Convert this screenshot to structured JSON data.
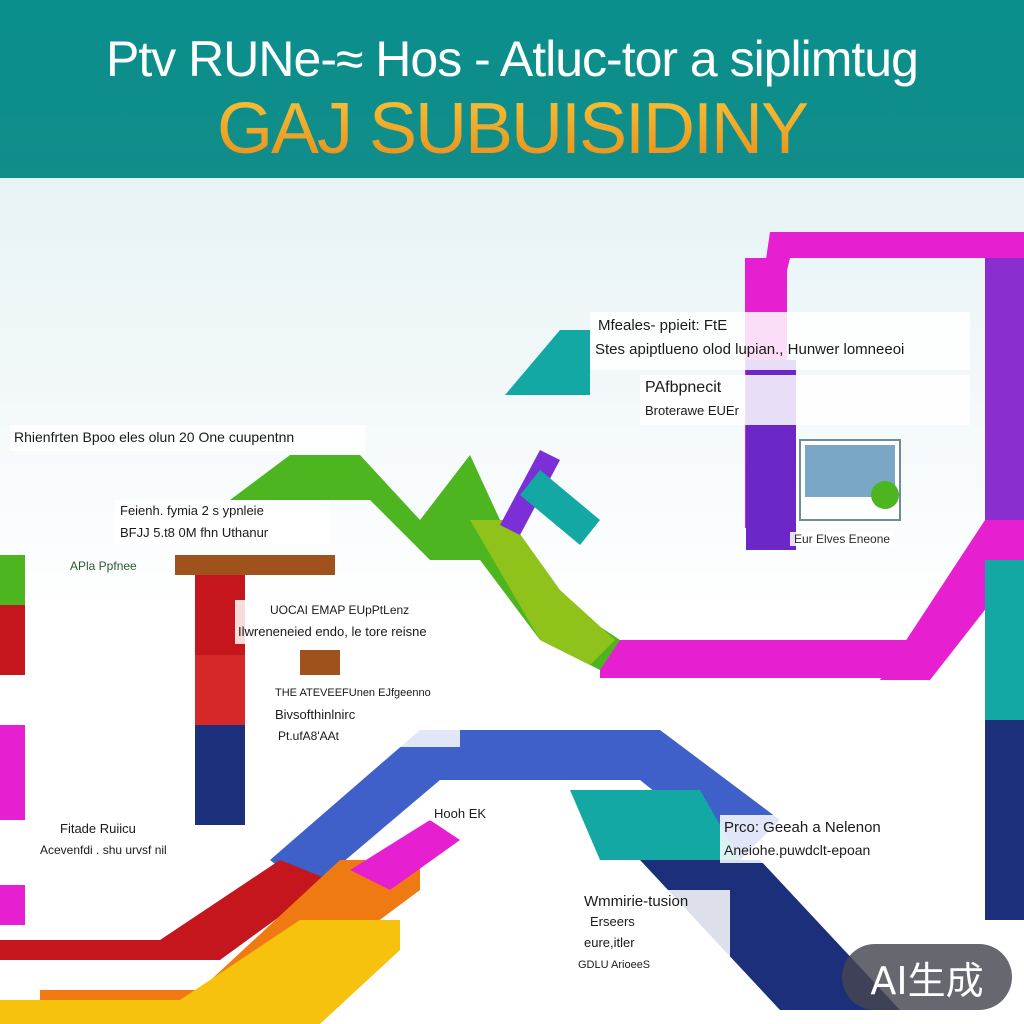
{
  "header": {
    "title_line1": "Ptv RUNe-≈ Hos - Atluc-tor a siplimtug",
    "title_line2": "GAJ SUBUISIDINY"
  },
  "labels": {
    "top_right_1": "Mfeales- ppieit: FtE",
    "top_right_2": "Stes apiptlueno olod lupian., Hunwer lomneeoi",
    "mid_right_1": "PAfbpnecit",
    "mid_right_2": "Broterawe EUEr",
    "thumb_caption": "Eur Elves Eneone",
    "left_1": "Rhienfrten Bpoo eles olun 20 One cuupentnn",
    "left_2": "Feienh. fymia 2 s ypnleie",
    "left_3": "BFJJ 5.t8 0M fhn Uthanur",
    "left_4": "APla Ppfnee",
    "center_1": "UOCAI EMAP EUpPtLenz",
    "center_2": "Ilwreneneied endo, le tore reisne",
    "center_3": "THE ATEVEEFUnen EJfgeenno",
    "center_4": "Bivsofthinlnirc",
    "center_5": "Pt.ufA8'AAt",
    "bottom_left_1": "Fitade Ruiicu",
    "bottom_left_2": "Acevenfdi . shu urvsf nil",
    "bottom_center": "Hooh EK",
    "bottom_right_1": "Prco: Geeah a Nelenon",
    "bottom_right_2": "Aneiohe.puwdclt-epoan",
    "bottom_right_3": "Wmmirie-tusion",
    "bottom_right_4": "Erseers",
    "bottom_right_5": "eure,itler",
    "bottom_right_6": "GDLU ArioeeS"
  },
  "badge": {
    "text": "AI生成"
  },
  "colors": {
    "header_teal": "#0a8f8c",
    "magenta": "#e61fd0",
    "purple": "#7b2fd6",
    "green": "#4db51f",
    "lime": "#8fc21a",
    "red": "#c4161c",
    "navy": "#1c2f7a",
    "blue": "#3f5fc9",
    "teal": "#13a8a3",
    "orange": "#f07a12",
    "yellow": "#f7c20e"
  }
}
